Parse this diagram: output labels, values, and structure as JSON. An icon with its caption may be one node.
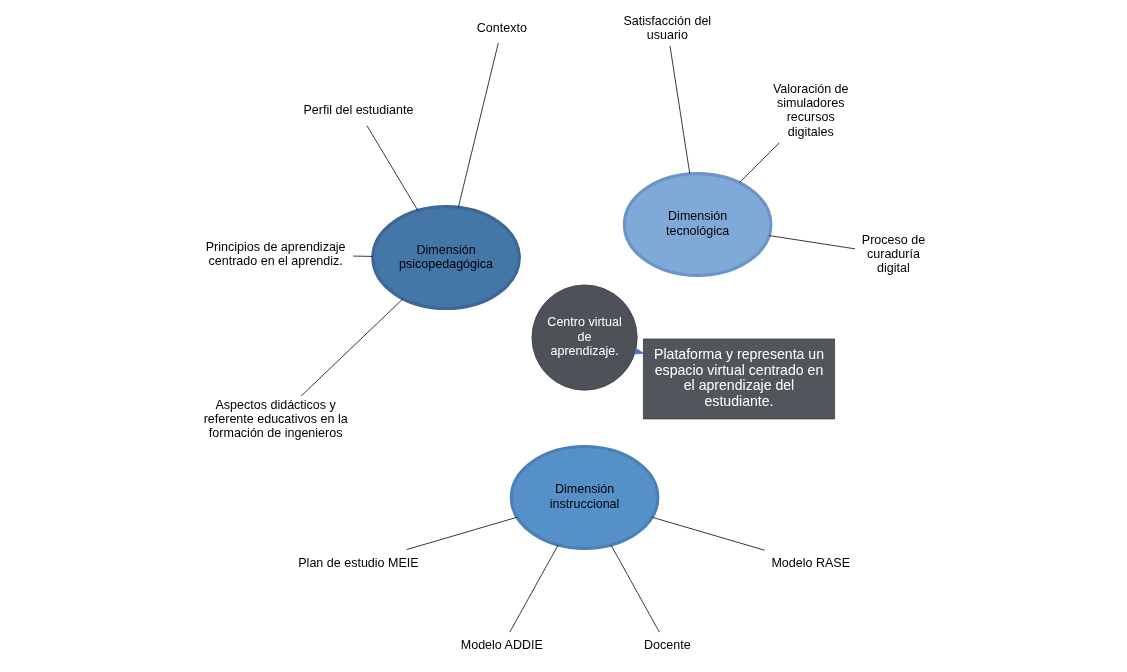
{
  "diagram": {
    "nodes": [
      {
        "text": [
          "Centro virtual de aprendizaje."
        ]
      },
      {
        "text": [
          "Dimensión tecnológica"
        ]
      },
      {
        "text": [
          "Dimensión psicopedagógica"
        ]
      },
      {
        "text": [
          "Dimensión instruccional"
        ]
      },
      {
        "text": [
          "Contexto"
        ]
      },
      {
        "text": [
          "Perfil del estudiante"
        ]
      },
      {
        "text": [
          "Principios de aprendizaje centrado en el aprendiz."
        ]
      },
      {
        "text": [
          "Aspectos didácticos y referente educativos en la formación de ingenieros"
        ]
      },
      {
        "text": [
          "Proceso de curaduría digital"
        ]
      },
      {
        "text": [
          "Valoración de simuladores recursos digitales"
        ]
      },
      {
        "text": [
          "Satisfacción del usuario"
        ]
      },
      {
        "text": [
          "Plan de estudio MEIE"
        ]
      },
      {
        "text": [
          "Modelo ADDIE"
        ]
      },
      {
        "text": [
          "Docente"
        ]
      },
      {
        "text": [
          "Modelo RASE"
        ]
      },
      {
        "text": [
          "Plataforma y representa un espacio virtual centrado en el aprendizaje del estudiante."
        ]
      }
    ],
    "edges": [
      {
        "from": 4,
        "to": 2,
        "arrow": "none"
      },
      {
        "from": 5,
        "to": 2,
        "arrow": "none"
      },
      {
        "from": 6,
        "to": 2,
        "arrow": "none"
      },
      {
        "from": 7,
        "to": 2,
        "arrow": "none"
      },
      {
        "from": 8,
        "to": 1,
        "arrow": "none"
      },
      {
        "from": 9,
        "to": 1,
        "arrow": "none"
      },
      {
        "from": 10,
        "to": 1,
        "arrow": "none"
      },
      {
        "from": 11,
        "to": 3,
        "arrow": "none"
      },
      {
        "from": 12,
        "to": 3,
        "arrow": "none"
      },
      {
        "from": 13,
        "to": 3,
        "arrow": "none"
      },
      {
        "from": 14,
        "to": 3,
        "arrow": "none"
      },
      {
        "from": 0,
        "to": 15,
        "arrow": "to",
        "color": "#4472c4"
      }
    ]
  }
}
